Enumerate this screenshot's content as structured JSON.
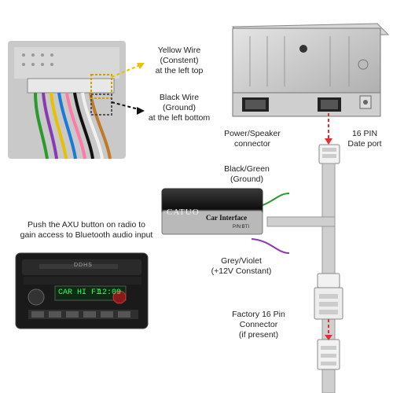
{
  "labels": {
    "yellow_wire": [
      "Yellow Wire",
      "(Constent)",
      "at the left top"
    ],
    "black_wire": [
      "Black Wire",
      "(Ground)",
      "at the left bottom"
    ],
    "power_speaker": [
      "Power/Speaker",
      "connector"
    ],
    "pin16_date": [
      "16 PIN",
      "Date port"
    ],
    "black_green": [
      "Black/Green",
      "(Ground)"
    ],
    "push_axu": [
      "Push the AXU button on radio to",
      "gain access to Bluetooth audio input"
    ],
    "grey_violet": [
      "Grey/Violet",
      "(+12V Constant)"
    ],
    "factory_16pin": [
      "Factory 16 Pin",
      "Connector",
      "(if present)"
    ]
  },
  "module": {
    "brand": "CATUO",
    "title": "Car Interface",
    "part": "P/N:BTI"
  },
  "radio": {
    "display_text": "CAR HI FI",
    "clock": "12:09",
    "brand_badge": "DDHS"
  },
  "colors": {
    "yellow_wire": "#e8c000",
    "black_wire": "#111111",
    "arrow": "#e03030",
    "green_wire": "#2a9a2a",
    "violet_wire": "#8a3ab0",
    "display_green": "#2cff6a"
  }
}
